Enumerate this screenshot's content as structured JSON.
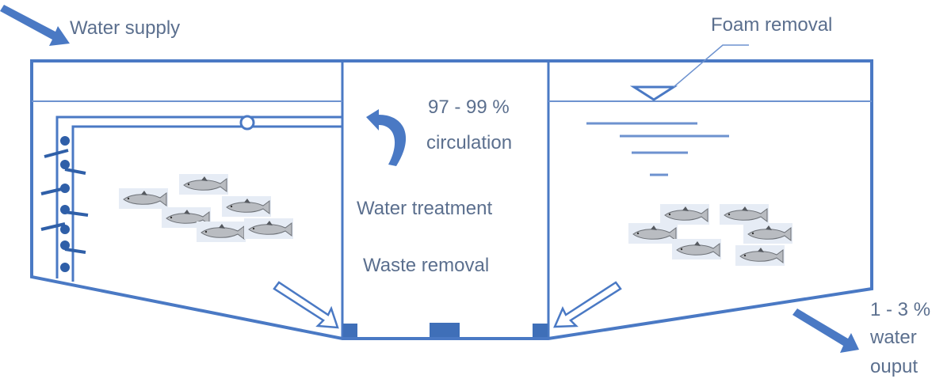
{
  "labels": {
    "water_supply": "Water supply",
    "foam_removal": "Foam removal",
    "circulation_pct": "97 - 99 %",
    "circulation": "circulation",
    "water_treatment": "Water treatment",
    "waste_removal": "Waste removal",
    "output_pct": "1 - 3 %",
    "output_water": "water",
    "output_ouput": "ouput"
  },
  "colors": {
    "line": "#4a79c4",
    "text": "#5b6f8e",
    "fish": "#8c8f94"
  }
}
